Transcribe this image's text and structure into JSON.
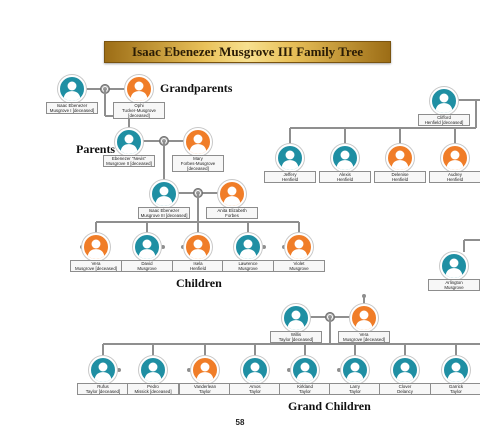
{
  "title": "Isaac Ebenezer Musgrove III Family Tree",
  "generation_labels": [
    "Grandparents",
    "Parents",
    "Children",
    "Grand Children"
  ],
  "page_number": "58",
  "colors": {
    "male": "#1f8fa3",
    "female": "#f07d28",
    "connector": "#8f8f8f"
  },
  "people": [
    {
      "id": "gp1",
      "name": "Isaac Ebenezer\nMusgrove I [deceased]",
      "gender": "male"
    },
    {
      "id": "gp2",
      "name": "Ophi\nTucker-Musgrove\n[deceased]",
      "gender": "female"
    },
    {
      "id": "p1",
      "name": "Ebenezer \"Nevis\"\nMusgrove II [deceased]",
      "gender": "male"
    },
    {
      "id": "p2",
      "name": "Mary\nForbes-Musgrove\n[deceased]",
      "gender": "female"
    },
    {
      "id": "m1",
      "name": "Isaac Ebenezer\nMusgrove III [deceased]",
      "gender": "male"
    },
    {
      "id": "m2",
      "name": "Anita Elizabeth\nForbes",
      "gender": "female"
    },
    {
      "id": "c1",
      "name": "Vera\nMusgrove [deceased]",
      "gender": "female"
    },
    {
      "id": "c2",
      "name": "David\nMusgrove",
      "gender": "male"
    },
    {
      "id": "c3",
      "name": "Isela\nHenfield",
      "gender": "female"
    },
    {
      "id": "c4",
      "name": "Lawrence\nMusgrove",
      "gender": "male"
    },
    {
      "id": "c5",
      "name": "Violet\nMusgrove",
      "gender": "female"
    },
    {
      "id": "cl",
      "name": "Clifford\nHenfield [deceased]",
      "gender": "male"
    },
    {
      "id": "h1",
      "name": "Jeffery\nHenfield",
      "gender": "male"
    },
    {
      "id": "h2",
      "name": "Alexis\nHenfield",
      "gender": "male"
    },
    {
      "id": "h3",
      "name": "Delenise\nHenfield",
      "gender": "female"
    },
    {
      "id": "h4",
      "name": "Audrey\nHenfield",
      "gender": "female"
    },
    {
      "id": "ar",
      "name": "Arlington\nMusgrove",
      "gender": "male"
    },
    {
      "id": "w1",
      "name": "Willis\nTaylor [deceased]",
      "gender": "male"
    },
    {
      "id": "w2",
      "name": "Vera\nMusgrove [deceased]",
      "gender": "female"
    },
    {
      "id": "g1",
      "name": "Rufus\nTaylor [deceased]",
      "gender": "male"
    },
    {
      "id": "g2",
      "name": "Pedro\nMissick [deceased]",
      "gender": "male"
    },
    {
      "id": "g3",
      "name": "Vanderlean\nTaylor",
      "gender": "female"
    },
    {
      "id": "g4",
      "name": "Amos\nTaylor",
      "gender": "male"
    },
    {
      "id": "g5",
      "name": "Kirkland\nTaylor",
      "gender": "male"
    },
    {
      "id": "g6",
      "name": "Larry\nTaylor",
      "gender": "male"
    },
    {
      "id": "g7",
      "name": "Clover\nDelancy",
      "gender": "male"
    },
    {
      "id": "g8",
      "name": "Garrick\nTaylor",
      "gender": "male"
    }
  ]
}
